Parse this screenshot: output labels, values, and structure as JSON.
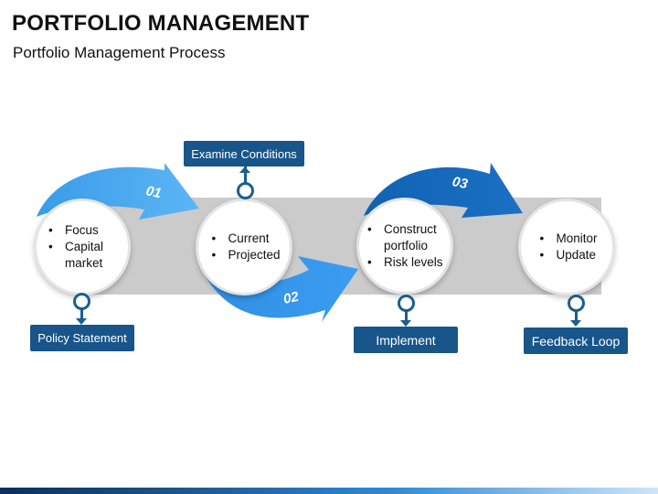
{
  "header": {
    "title": "PORTFOLIO MANAGEMENT",
    "subtitle": "Portfolio Management Process"
  },
  "colors": {
    "arrow_light": "#4aa8f0",
    "arrow_mid": "#2e8ee6",
    "arrow_dark": "#1566b8",
    "label_bg": "#17558a",
    "band": "#cbcbcb"
  },
  "arrows": [
    {
      "number": "01"
    },
    {
      "number": "02"
    },
    {
      "number": "03"
    }
  ],
  "steps": [
    {
      "items": [
        "Focus",
        "Capital market"
      ],
      "label": "Policy Statement"
    },
    {
      "items": [
        "Current",
        "Projected"
      ],
      "label": "Examine Conditions"
    },
    {
      "items": [
        "Construct portfolio",
        "Risk levels"
      ],
      "label": "Implement"
    },
    {
      "items": [
        "Monitor",
        "Update"
      ],
      "label": "Feedback Loop"
    }
  ]
}
